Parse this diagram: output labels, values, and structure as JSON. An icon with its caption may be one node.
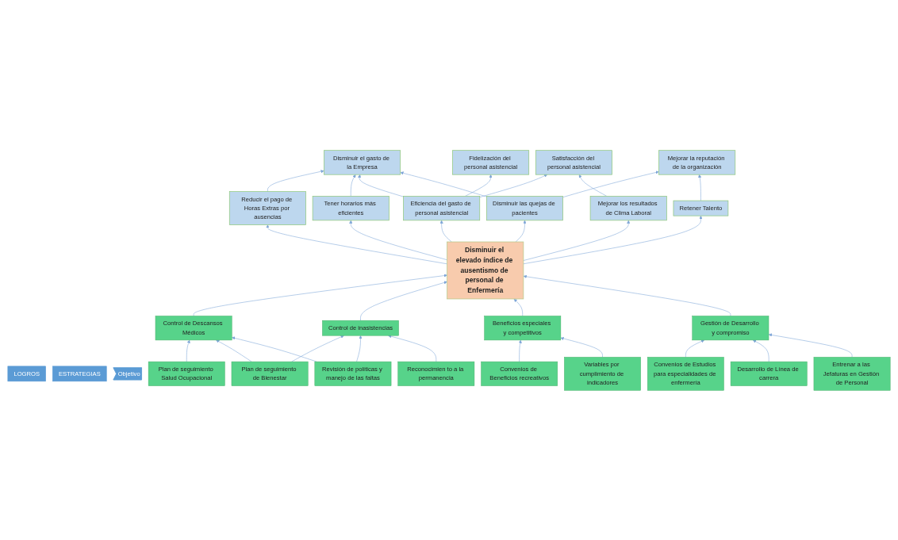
{
  "diagram": {
    "nodes": [
      {
        "text": [
          "Disminuir el gasto de la Empresa"
        ]
      },
      {
        "text": [
          "Fidelización del personal asistencial"
        ]
      },
      {
        "text": [
          "Satisfacción del personal asistencial"
        ]
      },
      {
        "text": [
          "Mejorar la reputación de la organización"
        ]
      },
      {
        "text": [
          "Reducir el pago de Horas Extras por ausencias"
        ]
      },
      {
        "text": [
          "Tener horarios más eficientes"
        ]
      },
      {
        "text": [
          "Eficiencia del gasto de personal asistencial"
        ]
      },
      {
        "text": [
          "Disminuir las quejas de pacientes"
        ]
      },
      {
        "text": [
          "Mejorar los resultados de Clima Laboral"
        ]
      },
      {
        "text": [
          "Retener Talento"
        ]
      },
      {
        "text": [
          "LOGROS"
        ]
      },
      {
        "text": [
          "ESTRATEGIAS"
        ]
      },
      {
        "text": [
          "Objetivo"
        ]
      },
      {
        "text": [
          "Disminuir el elevado índice de ausentismo de personal de Enfermería"
        ]
      },
      {
        "text": [
          "Control de Descansos Médicos"
        ]
      },
      {
        "text": [
          "Control de inasistencias"
        ]
      },
      {
        "text": [
          "Beneficios especiales y competitivos"
        ]
      },
      {
        "text": [
          "Gestión de Desarrollo y compromiso"
        ]
      },
      {
        "text": [
          "Plan de seguimiento Salud Ocupacional"
        ]
      },
      {
        "text": [
          "Plan de seguimiento de Bienestar"
        ]
      },
      {
        "text": [
          "Revisión de políticas y manejo de las faltas"
        ]
      },
      {
        "text": [
          "Reconocimien to a la permanencia"
        ]
      },
      {
        "text": [
          "Convenios de Beneficios recreativos"
        ]
      },
      {
        "text": [
          "Variables por cumplimiento de indicadores"
        ]
      },
      {
        "text": [
          "Convenios de Estudios para especialidades de enfermería"
        ]
      },
      {
        "text": [
          "Desarrollo de Línea de carrera"
        ]
      },
      {
        "text": [
          "Entrenar a las Jefaturas en Gestión de Personal"
        ]
      }
    ],
    "edges": [
      {
        "from": 4,
        "to": 0,
        "arrow": "to"
      },
      {
        "from": 5,
        "to": 0,
        "arrow": "to"
      },
      {
        "from": 6,
        "to": 0,
        "arrow": "to"
      },
      {
        "from": 7,
        "to": 0,
        "arrow": "to"
      },
      {
        "from": 6,
        "to": 1,
        "arrow": "to"
      },
      {
        "from": 6,
        "to": 2,
        "arrow": "to"
      },
      {
        "from": 8,
        "to": 2,
        "arrow": "to"
      },
      {
        "from": 7,
        "to": 3,
        "arrow": "to"
      },
      {
        "from": 9,
        "to": 3,
        "arrow": "to"
      },
      {
        "from": 13,
        "to": 4,
        "arrow": "to"
      },
      {
        "from": 13,
        "to": 5,
        "arrow": "to"
      },
      {
        "from": 13,
        "to": 6,
        "arrow": "to"
      },
      {
        "from": 13,
        "to": 7,
        "arrow": "to"
      },
      {
        "from": 13,
        "to": 8,
        "arrow": "to"
      },
      {
        "from": 13,
        "to": 9,
        "arrow": "to"
      },
      {
        "from": 14,
        "to": 13,
        "arrow": "to"
      },
      {
        "from": 15,
        "to": 13,
        "arrow": "to"
      },
      {
        "from": 16,
        "to": 13,
        "arrow": "to"
      },
      {
        "from": 17,
        "to": 13,
        "arrow": "to"
      },
      {
        "from": 18,
        "to": 14,
        "arrow": "to"
      },
      {
        "from": 19,
        "to": 14,
        "arrow": "to"
      },
      {
        "from": 20,
        "to": 14,
        "arrow": "to"
      },
      {
        "from": 19,
        "to": 15,
        "arrow": "to"
      },
      {
        "from": 20,
        "to": 15,
        "arrow": "to"
      },
      {
        "from": 21,
        "to": 15,
        "arrow": "to"
      },
      {
        "from": 22,
        "to": 16,
        "arrow": "to"
      },
      {
        "from": 23,
        "to": 16,
        "arrow": "to"
      },
      {
        "from": 24,
        "to": 17,
        "arrow": "to"
      },
      {
        "from": 25,
        "to": 17,
        "arrow": "to"
      },
      {
        "from": 26,
        "to": 17,
        "arrow": "to"
      }
    ]
  }
}
